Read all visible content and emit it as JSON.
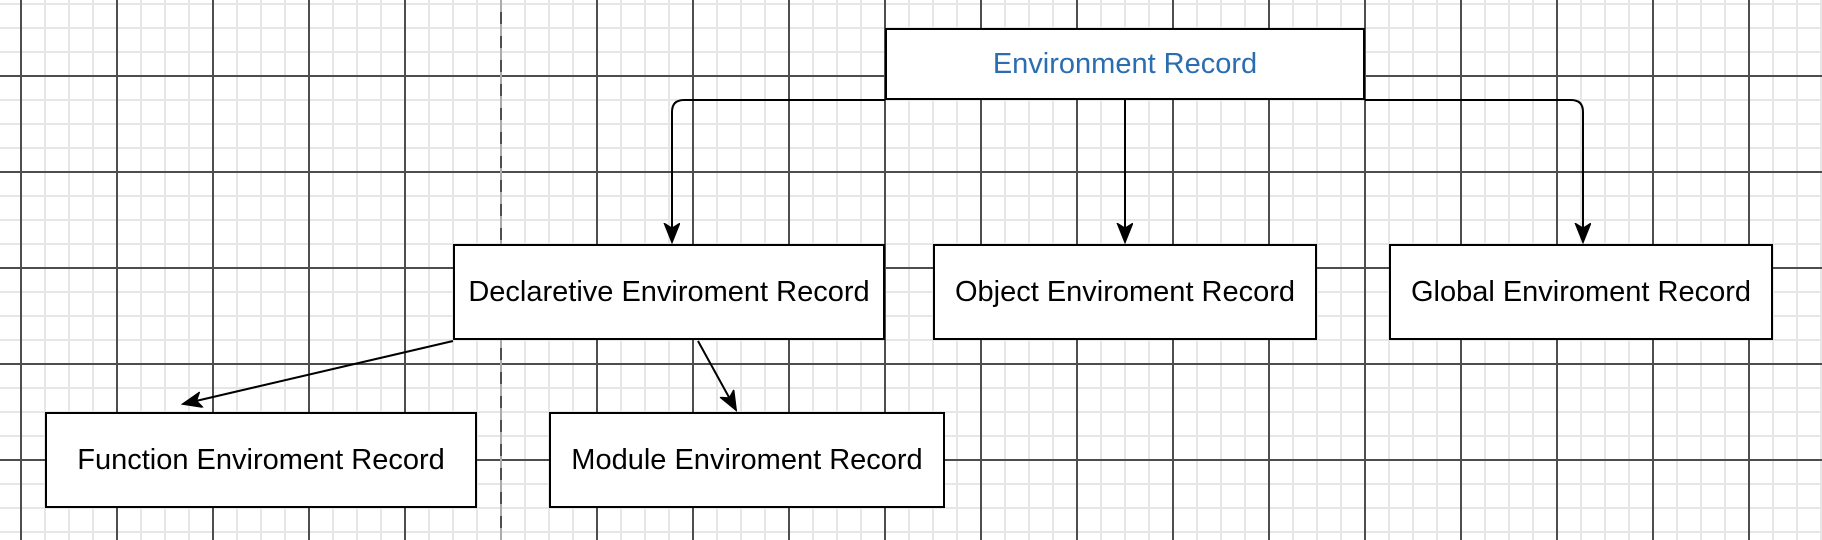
{
  "diagram": {
    "nodes": {
      "environment": {
        "label": "Environment Record",
        "text_color": "#2A6DB0"
      },
      "declarative": {
        "label": "Declaretive Enviroment Record",
        "text_color": "#000000"
      },
      "object": {
        "label": "Object Enviroment Record",
        "text_color": "#000000"
      },
      "global": {
        "label": "Global Enviroment Record",
        "text_color": "#000000"
      },
      "function": {
        "label": "Function Enviroment Record",
        "text_color": "#000000"
      },
      "module": {
        "label": "Module Enviroment Record",
        "text_color": "#000000"
      }
    },
    "edges": [
      {
        "from": "environment",
        "to": "declarative",
        "style": "orthogonal-rounded"
      },
      {
        "from": "environment",
        "to": "object",
        "style": "straight"
      },
      {
        "from": "environment",
        "to": "global",
        "style": "orthogonal-rounded"
      },
      {
        "from": "declarative",
        "to": "function",
        "style": "straight-diagonal"
      },
      {
        "from": "declarative",
        "to": "module",
        "style": "straight-diagonal"
      }
    ],
    "colors": {
      "canvas_background": "#FFFFFF",
      "grid_minor": "#E6E6E6",
      "grid_major": "#4D4D4D",
      "page_divider_dash": "#ABABAB",
      "node_fill": "#FFFFFF",
      "node_border": "#000000",
      "edge_stroke": "#000000",
      "root_label_text": "#2A6DB0"
    }
  }
}
